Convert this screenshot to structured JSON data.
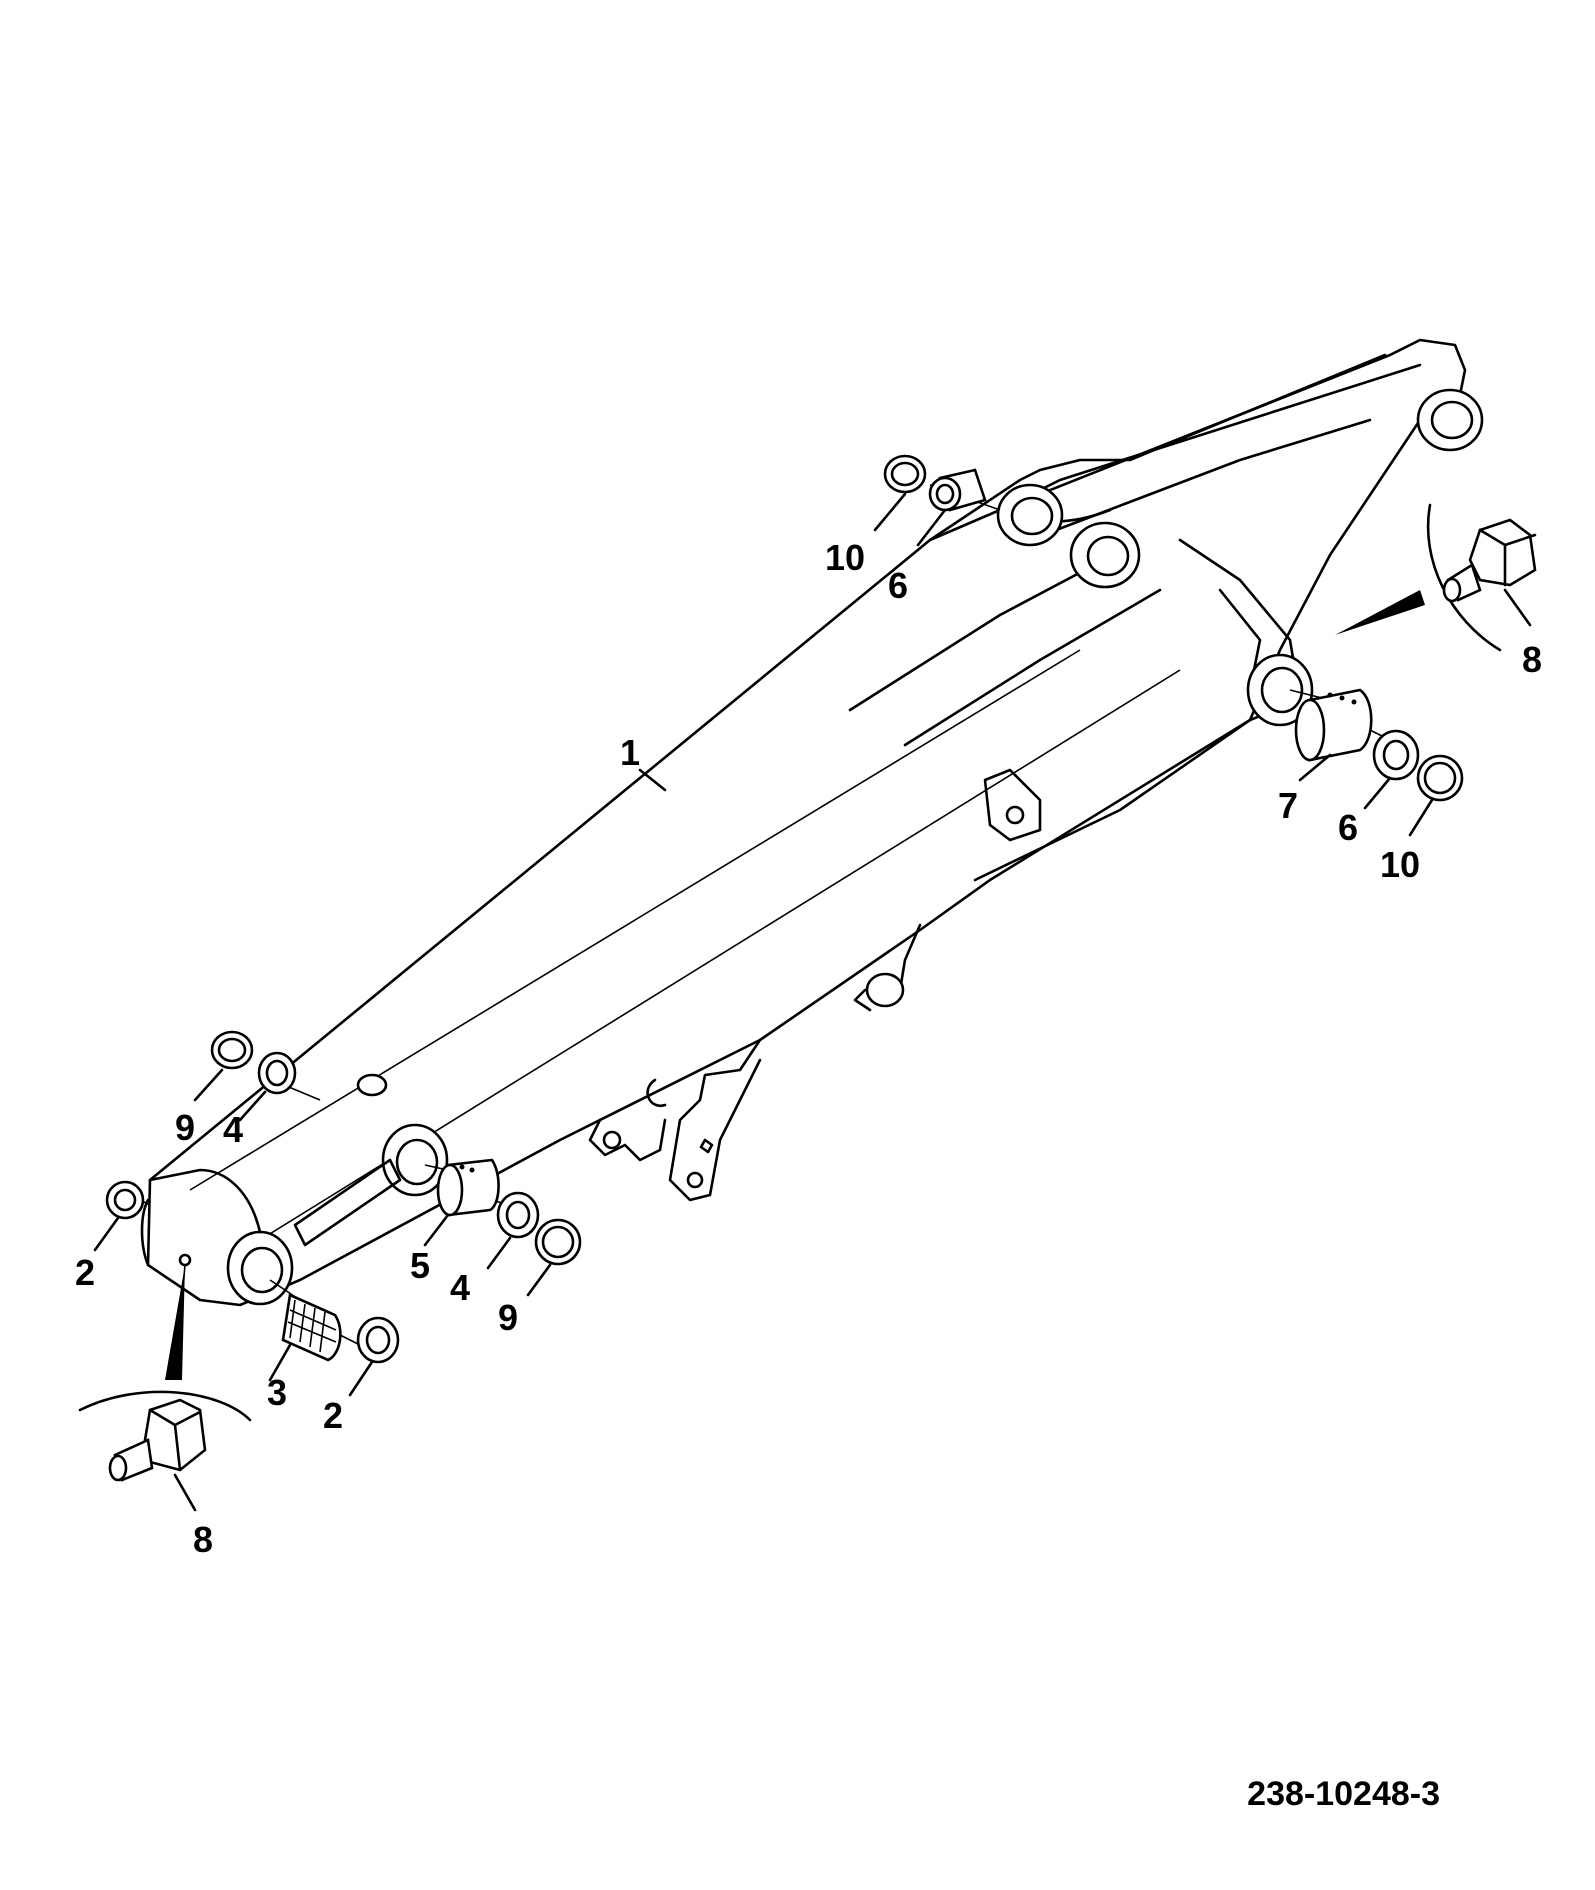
{
  "diagram": {
    "reference_number": "238-10248-3",
    "callouts": [
      {
        "id": "c1",
        "label": "1"
      },
      {
        "id": "c2a",
        "label": "2"
      },
      {
        "id": "c2b",
        "label": "2"
      },
      {
        "id": "c3",
        "label": "3"
      },
      {
        "id": "c4a",
        "label": "4"
      },
      {
        "id": "c4b",
        "label": "4"
      },
      {
        "id": "c5",
        "label": "5"
      },
      {
        "id": "c6a",
        "label": "6"
      },
      {
        "id": "c6b",
        "label": "6"
      },
      {
        "id": "c7",
        "label": "7"
      },
      {
        "id": "c8a",
        "label": "8"
      },
      {
        "id": "c8b",
        "label": "8"
      },
      {
        "id": "c9a",
        "label": "9"
      },
      {
        "id": "c9b",
        "label": "9"
      },
      {
        "id": "c10a",
        "label": "10"
      },
      {
        "id": "c10b",
        "label": "10"
      }
    ]
  }
}
